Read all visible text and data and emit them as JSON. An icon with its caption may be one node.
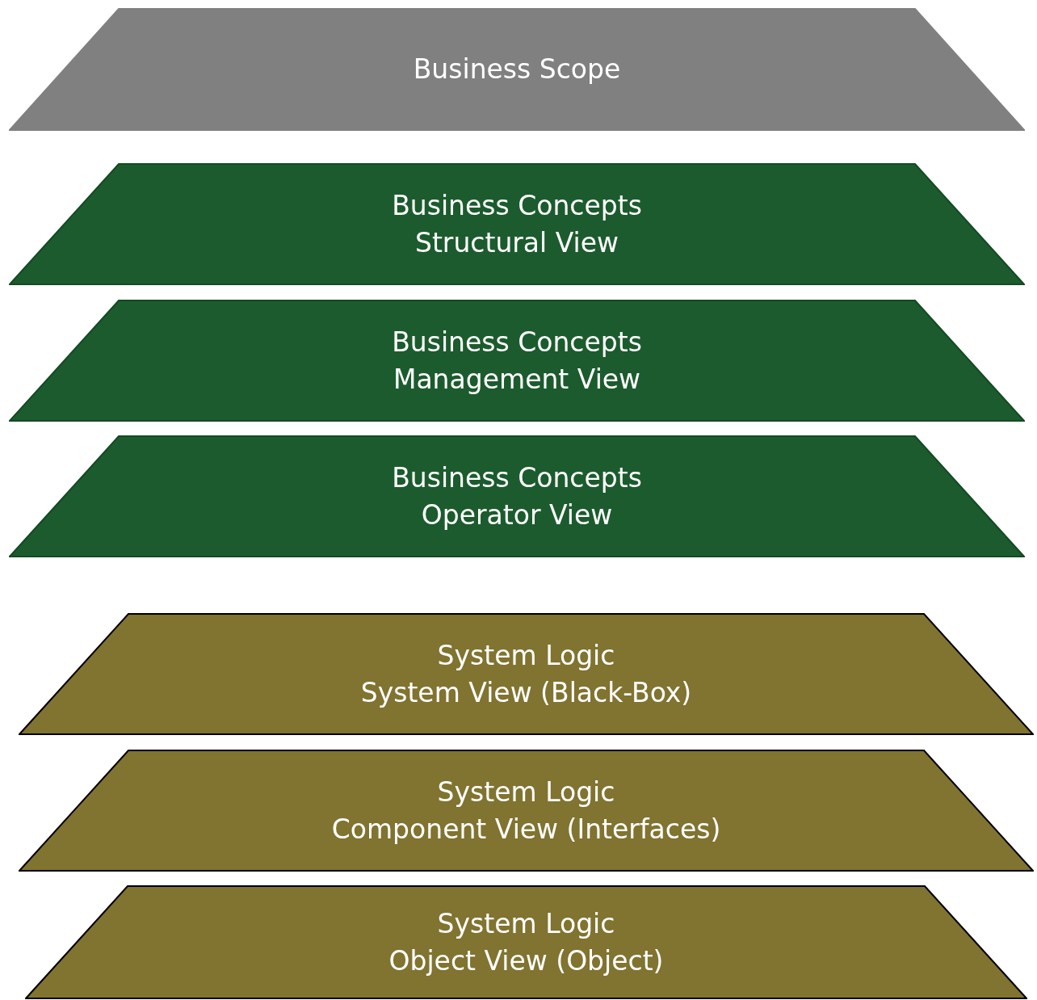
{
  "diagram": {
    "nodes": [
      {
        "text": [
          "Business Scope"
        ]
      },
      {
        "text": [
          "Business Concepts",
          "Structural View"
        ]
      },
      {
        "text": [
          "Business Concepts",
          "Management View"
        ]
      },
      {
        "text": [
          "Business Concepts",
          "Operator View"
        ]
      },
      {
        "text": [
          "System Logic",
          "System View (Black-Box)"
        ]
      },
      {
        "text": [
          "System Logic",
          "Component View (Interfaces)"
        ]
      },
      {
        "text": [
          "System Logic",
          "Object View (Object)"
        ]
      }
    ]
  }
}
